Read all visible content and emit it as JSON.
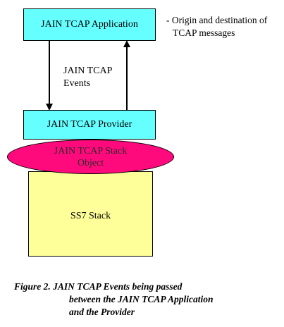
{
  "diagram": {
    "application": {
      "label": "JAIN TCAP Application",
      "fill": "#66FFFF"
    },
    "annotation": {
      "line1": "- Origin and destination of",
      "line2": "TCAP messages"
    },
    "events": {
      "line1": "JAIN TCAP",
      "line2": "Events"
    },
    "provider": {
      "label": "JAIN TCAP Provider",
      "fill": "#66FFFF"
    },
    "stack_object": {
      "line1": "JAIN TCAP Stack",
      "line2": "Object",
      "fill": "#FF0A7C"
    },
    "ss7_stack": {
      "label": "SS7 Stack",
      "fill": "#FFFF99"
    },
    "arrow_color": "#000000"
  },
  "caption": {
    "line1": "Figure 2. JAIN TCAP Events being passed",
    "line2": "between the JAIN TCAP Application",
    "line3": "and the Provider"
  }
}
